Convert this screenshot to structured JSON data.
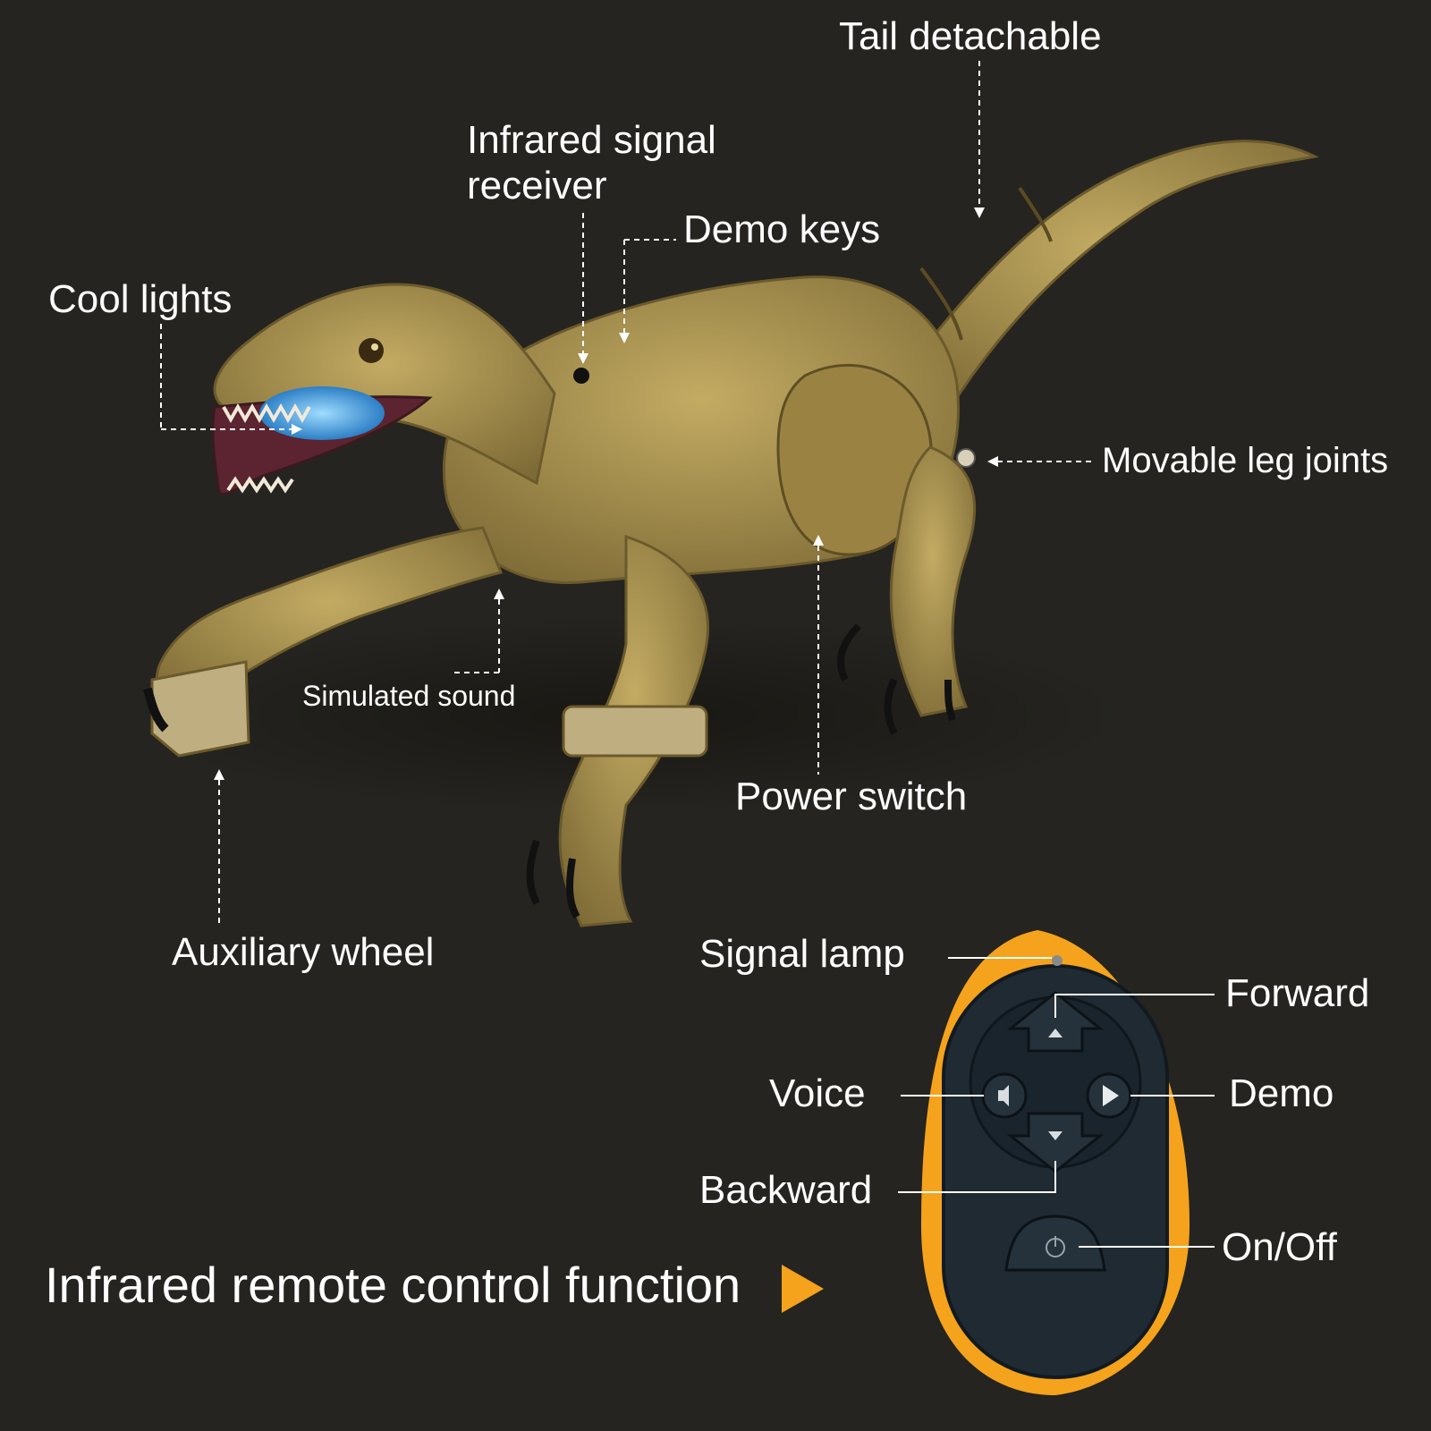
{
  "callouts": {
    "tail_detachable": "Tail detachable",
    "infrared_receiver": "Infrared signal receiver",
    "demo_keys": "Demo keys",
    "cool_lights": "Cool lights",
    "movable_leg_joints": "Movable leg joints",
    "simulated_sound": "Simulated sound",
    "power_switch": "Power switch",
    "auxiliary_wheel": "Auxiliary wheel"
  },
  "remote": {
    "signal_lamp": "Signal lamp",
    "forward": "Forward",
    "voice": "Voice",
    "demo": "Demo",
    "backward": "Backward",
    "on_off": "On/Off"
  },
  "headline": "Infrared remote control function",
  "colors": {
    "background": "#252420",
    "accent": "#f5a31c",
    "dino_body": "#a88f4c",
    "remote_body": "#1f2a33",
    "mouth_light": "#4aa6e8"
  },
  "icons": {
    "headline_arrow": "play-triangle-icon",
    "voice_button": "speaker-icon",
    "demo_button": "play-icon",
    "forward_button": "arrow-up-icon",
    "backward_button": "arrow-down-icon",
    "power_button": "power-icon"
  }
}
